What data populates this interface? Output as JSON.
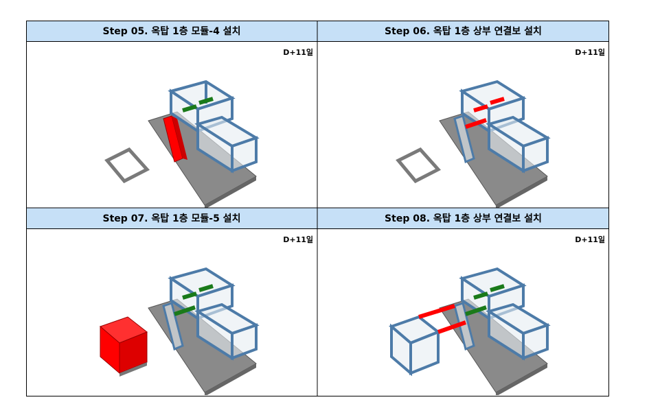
{
  "panels": [
    {
      "title": "Step 05. 옥탑 1층 모듈-4 설치",
      "day": "D+11일"
    },
    {
      "title": "Step 06. 옥탑 1층 상부 연결보 설치",
      "day": "D+11일"
    },
    {
      "title": "Step 07. 옥탑 1층 모듈-5 설치",
      "day": "D+11일"
    },
    {
      "title": "Step 08. 옥탑 1층 상부 연결보 설치",
      "day": "D+11일"
    }
  ],
  "colors": {
    "header": "#c6e0f7",
    "module_frame": "#4d7ba8",
    "slab": "#808080",
    "new_element": "#ff0000",
    "existing_beam": "#1a7a1a"
  }
}
